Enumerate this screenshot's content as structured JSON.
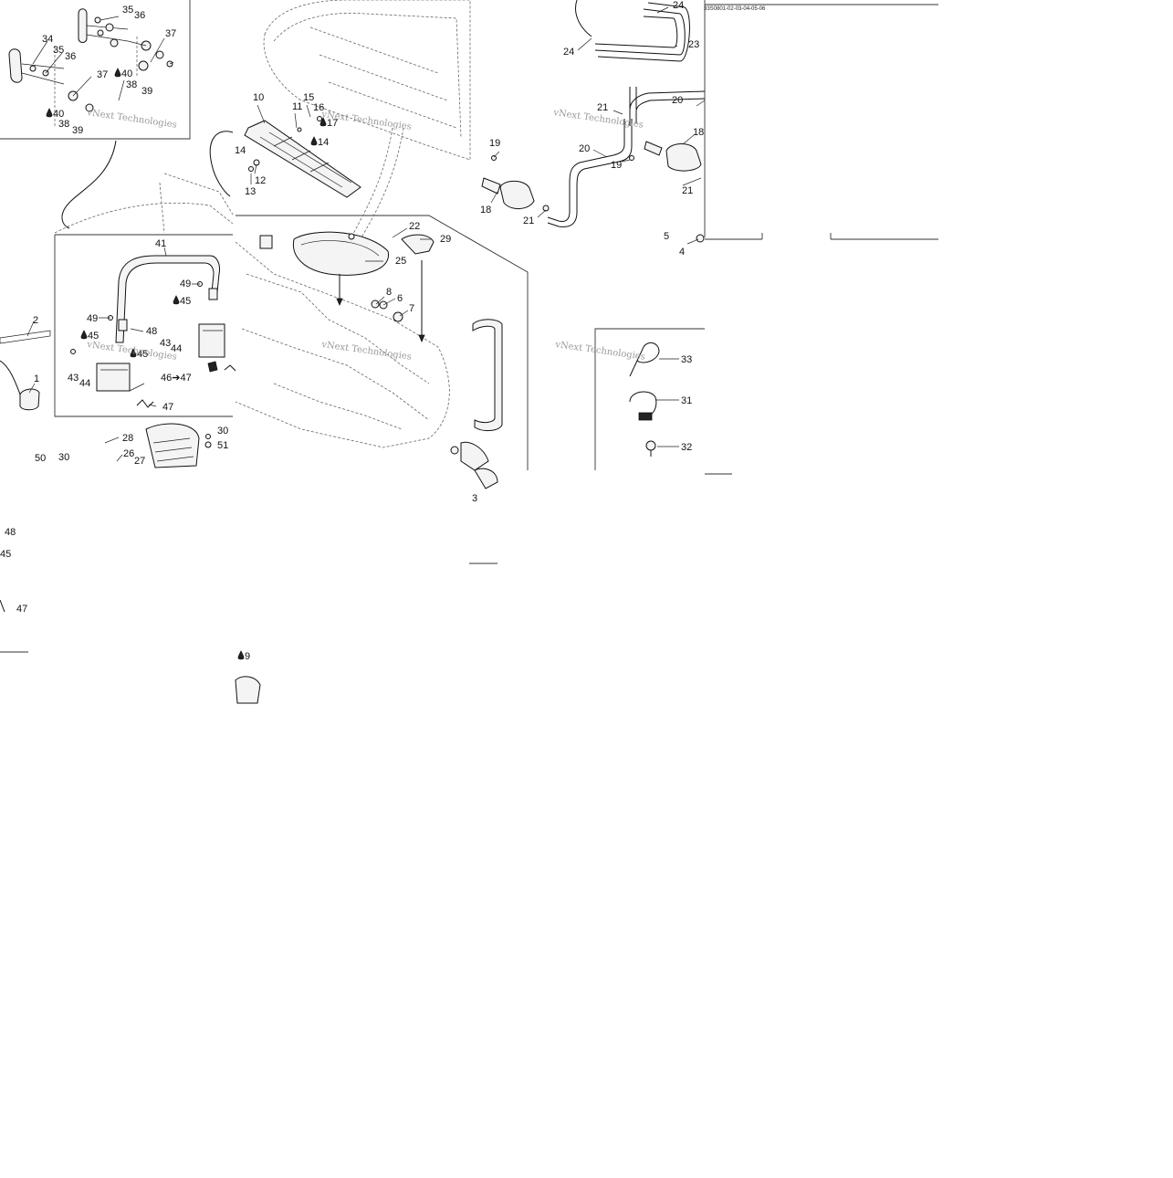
{
  "diagram": {
    "reference_code": "33S0801-02-03-04-05-06",
    "watermark": "vNext Technologies",
    "part_labels": [
      "1",
      "2",
      "3",
      "4",
      "5",
      "6",
      "7",
      "8",
      "9",
      "10",
      "11",
      "12",
      "13",
      "14",
      "15",
      "16",
      "17",
      "18",
      "19",
      "20",
      "21",
      "22",
      "23",
      "24",
      "25",
      "26",
      "27",
      "28",
      "29",
      "30",
      "31",
      "32",
      "33",
      "34",
      "35",
      "36",
      "37",
      "38",
      "39",
      "40",
      "41",
      "43",
      "44",
      "45",
      "46",
      "47",
      "48",
      "49",
      "50",
      "51"
    ],
    "callout_text": {
      "46_47": "46➔47"
    }
  }
}
